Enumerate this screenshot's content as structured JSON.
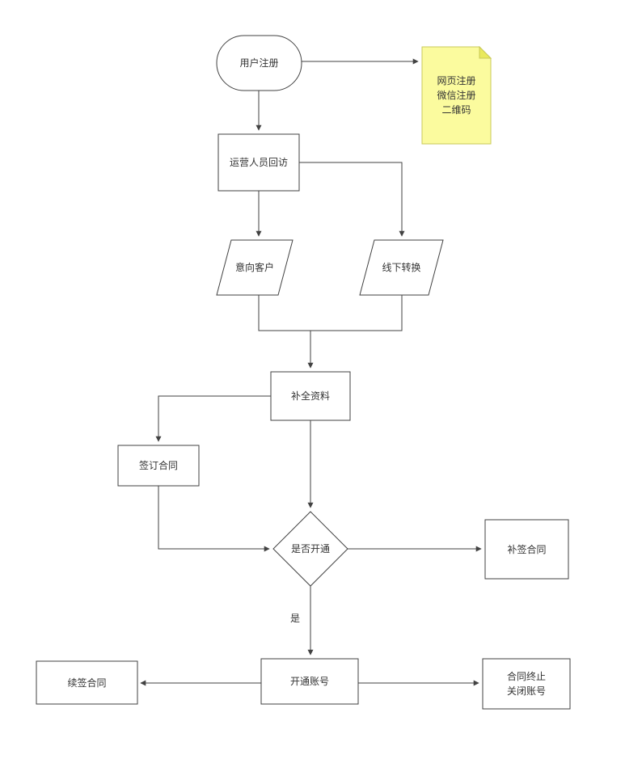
{
  "diagram": {
    "nodes": {
      "start": {
        "label": "用户注册",
        "type": "terminator"
      },
      "note": {
        "text": "网页注册\n微信注册\n二维码",
        "type": "note",
        "fill": "#FBFB9E",
        "fold_fill": "#E9E95C"
      },
      "followup": {
        "label": "运营人员回访",
        "type": "process"
      },
      "intent": {
        "label": "意向客户",
        "type": "data"
      },
      "offline": {
        "label": "线下转换",
        "type": "data"
      },
      "complete": {
        "label": "补全资料",
        "type": "process"
      },
      "sign": {
        "label": "签订合同",
        "type": "process"
      },
      "decision": {
        "label": "是否开通",
        "type": "decision"
      },
      "resign": {
        "label": "补签合同",
        "type": "process"
      },
      "open": {
        "label": "开通账号",
        "type": "process"
      },
      "renew": {
        "label": "续签合同",
        "type": "process"
      },
      "terminate": {
        "label": "合同终止\n关闭账号",
        "type": "process"
      }
    },
    "edges": {
      "yes_label": "是"
    },
    "colors": {
      "stroke": "#424242",
      "text": "#333333",
      "background": "#ffffff"
    }
  }
}
